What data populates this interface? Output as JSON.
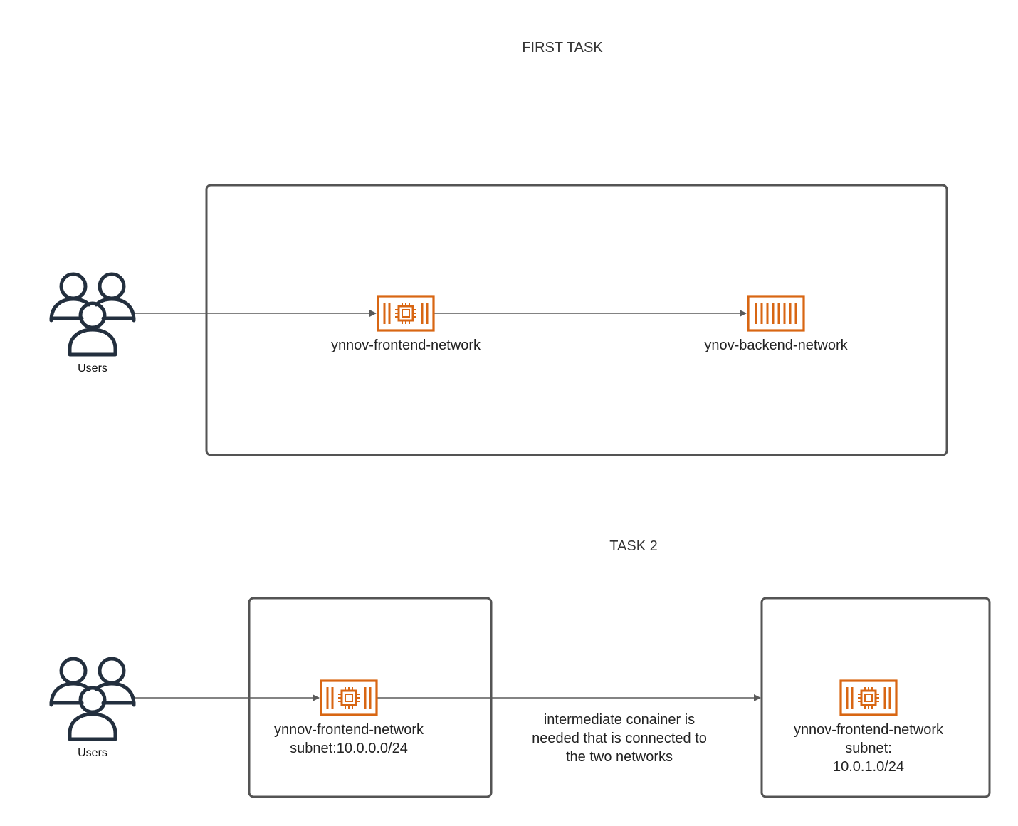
{
  "titles": {
    "first_task": "FIRST TASK",
    "task_2": "TASK 2"
  },
  "task1": {
    "users_label": "Users",
    "frontend_label": "ynnov-frontend-network",
    "backend_label": "ynov-backend-network"
  },
  "task2": {
    "users_label": "Users",
    "left_label": "ynnov-frontend-network\nsubnet:10.0.0.0/24",
    "middle_note": "intermediate conainer is\nneeded that is connected to\nthe two networks",
    "right_label": "ynnov-frontend-network\nsubnet:\n10.0.1.0/24"
  },
  "colors": {
    "container_icon": "#D86613",
    "users_icon": "#232F3E",
    "box_stroke": "#545454",
    "edge": "#5a5a5a"
  },
  "icons": {
    "users": "users-group-icon",
    "container_with_chip": "container-chip-icon",
    "container_plain": "container-icon"
  }
}
